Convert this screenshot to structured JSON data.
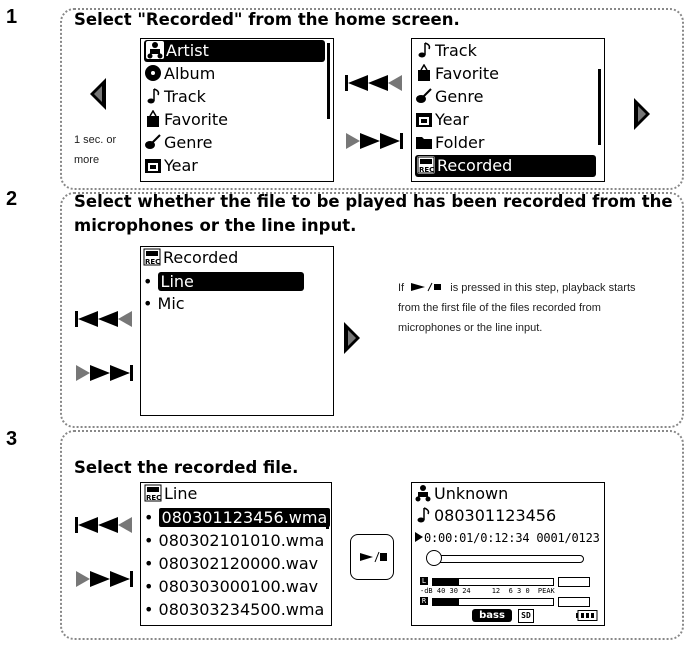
{
  "steps": [
    {
      "number": "1",
      "heading": "Select \"Recorded\" from the home screen.",
      "note_lines": [
        "1 sec. or",
        "more"
      ],
      "screen_left": [
        "Artist",
        "Album",
        "Track",
        "Favorite",
        "Genre",
        "Year"
      ],
      "screen_left_icons": [
        "artist-icon",
        "album-icon",
        "note-icon",
        "favorite-icon",
        "guitar-icon",
        "calendar-icon"
      ],
      "screen_right": [
        "Track",
        "Favorite",
        "Genre",
        "Year",
        "Folder",
        "Recorded"
      ],
      "screen_right_icons": [
        "note-icon",
        "favorite-icon",
        "guitar-icon",
        "calendar-icon",
        "folder-icon",
        "recorded-icon"
      ]
    },
    {
      "number": "2",
      "heading_lines": [
        "Select whether the file to be played has been recorded from the",
        "microphones or the line input."
      ],
      "screen_title": "Recorded",
      "items": [
        "Line",
        "Mic"
      ],
      "note_prefix": "If",
      "note_suffix": "is pressed in this step, playback starts",
      "note_lines": [
        "from the first file of the files recorded from",
        "microphones or the line input."
      ]
    },
    {
      "number": "3",
      "heading": "Select the recorded file.",
      "screen_title": "Line",
      "files": [
        "080301123456.wma",
        "080302101010.wma",
        "080302120000.wav",
        "080303000100.wav",
        "080303234500.wma"
      ],
      "player": {
        "artist": "Unknown",
        "track": "080301123456",
        "time": "0:00:01/0:12:34",
        "track_index": "0001/0123",
        "progress": 0.02,
        "db_label": "-dB",
        "scale": [
          "40",
          "30",
          "24",
          "12",
          "6",
          "3",
          "0"
        ],
        "peak_label": "PEAK",
        "channels": [
          "L",
          "R"
        ],
        "eq_label": "bass",
        "sd_label": "SD"
      }
    }
  ],
  "colors": {
    "highlight": "#000000",
    "panel_border": "#888888",
    "background": "#ffffff"
  }
}
